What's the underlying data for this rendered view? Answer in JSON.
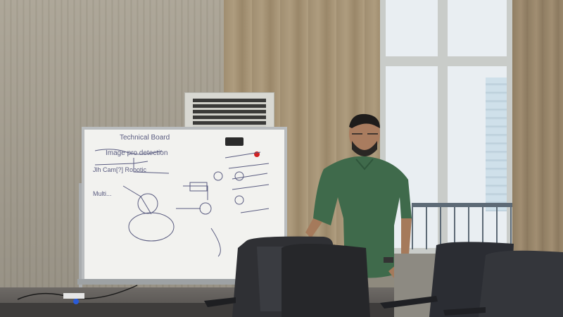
{
  "scene": {
    "description_label": "",
    "whiteboard": {
      "heading": "Technical Board",
      "line_1": "Image pro  detection",
      "line_2": "Jlh Cam[?] Robotic",
      "line_3": "Multi..."
    },
    "colors": {
      "wall": "#b7b0a1",
      "curtain": "#a08e71",
      "shirt": "#3f6a4b",
      "whiteboard": "#f2f2ef",
      "chair": "#2e3034",
      "magnet": "#d32020"
    }
  }
}
